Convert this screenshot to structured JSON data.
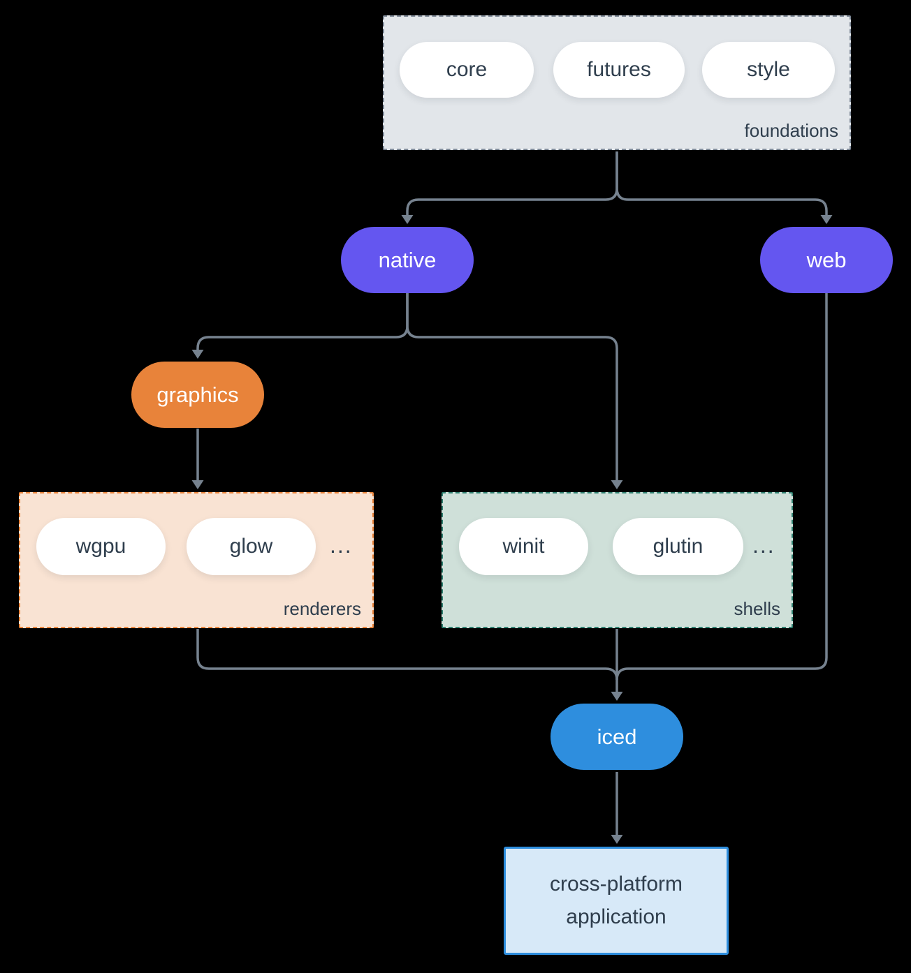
{
  "diagram": {
    "foundations": {
      "label": "foundations",
      "pills": [
        "core",
        "futures",
        "style"
      ]
    },
    "native": {
      "label": "native"
    },
    "web": {
      "label": "web"
    },
    "graphics": {
      "label": "graphics"
    },
    "renderers": {
      "label": "renderers",
      "pills": [
        "wgpu",
        "glow"
      ],
      "ellipsis": "..."
    },
    "shells": {
      "label": "shells",
      "pills": [
        "winit",
        "glutin"
      ],
      "ellipsis": "..."
    },
    "iced": {
      "label": "iced"
    },
    "application": {
      "label": "cross-platform application"
    }
  },
  "colors": {
    "background": "#000000",
    "arrow": "#76828F",
    "foundations_fill": "#E2E6EA",
    "foundations_border": "#7C8795",
    "purple_node": "#6456F0",
    "orange_node": "#E8833A",
    "blue_node": "#2E8EDE",
    "renderers_fill": "#F9E3D3",
    "renderers_border": "#E8833A",
    "shells_fill": "#CFE0D9",
    "shells_border": "#2F7F6F",
    "application_fill": "#D7E9F8",
    "application_border": "#2E8EDE",
    "text_dark": "#2F3E4D",
    "text_light": "#FFFFFF"
  }
}
